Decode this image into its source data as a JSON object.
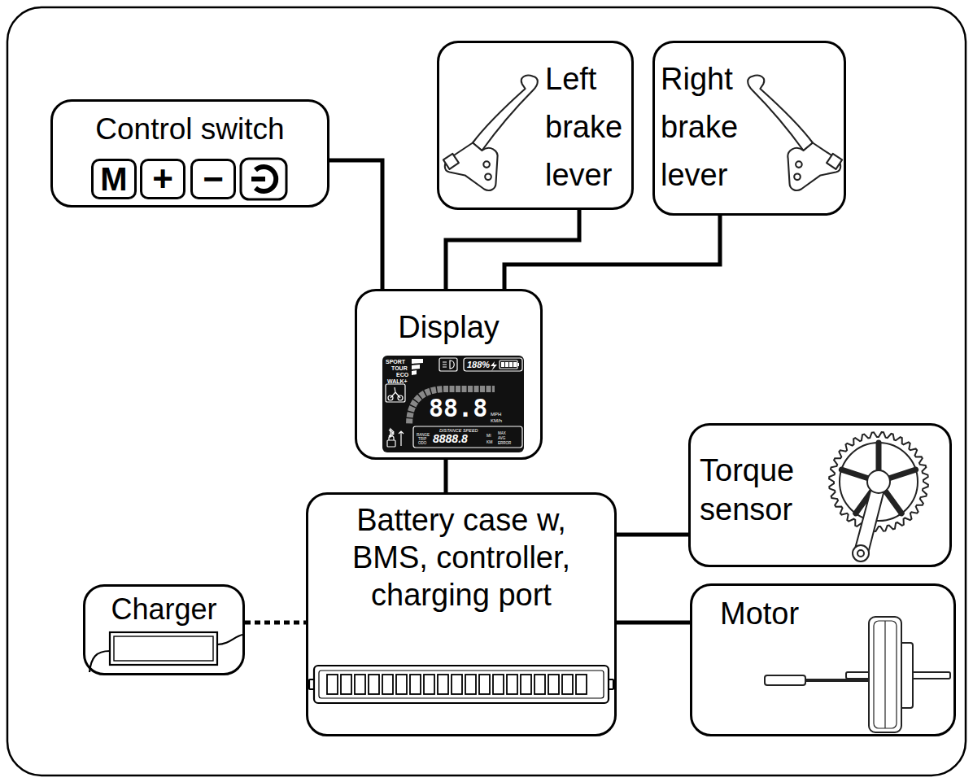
{
  "diagram": {
    "nodes": [
      {
        "text": [
          "Control switch",
          "M",
          "+",
          "−"
        ]
      },
      {
        "text": [
          "Left brake lever"
        ]
      },
      {
        "text": [
          "Right brake lever"
        ]
      },
      {
        "text": [
          "Display"
        ]
      },
      {
        "text": [
          "Torque sensor"
        ]
      },
      {
        "text": [
          "Battery case w, BMS, controller, charging port"
        ]
      },
      {
        "text": [
          "Charger"
        ]
      },
      {
        "text": [
          "Motor"
        ]
      }
    ],
    "edges": [
      {
        "from": 0,
        "to": 3,
        "arrow": "none"
      },
      {
        "from": 1,
        "to": 3,
        "arrow": "none"
      },
      {
        "from": 2,
        "to": 3,
        "arrow": "none"
      },
      {
        "from": 3,
        "to": 5,
        "arrow": "none"
      },
      {
        "from": 5,
        "to": 4,
        "arrow": "none"
      },
      {
        "from": 5,
        "to": 7,
        "arrow": "none"
      },
      {
        "from": 6,
        "to": 5,
        "arrow": "none"
      }
    ],
    "labels": [
      "SPORT",
      "TOUR",
      "ECO",
      "WALK+",
      "188%",
      "88.8",
      "MPH",
      "KM/h",
      "DISTANCE SPEED",
      "RANGE",
      "TRIP",
      "ODO",
      "8888.8",
      "MI",
      "KM",
      "MAX",
      "AVG",
      "ERROR"
    ]
  }
}
